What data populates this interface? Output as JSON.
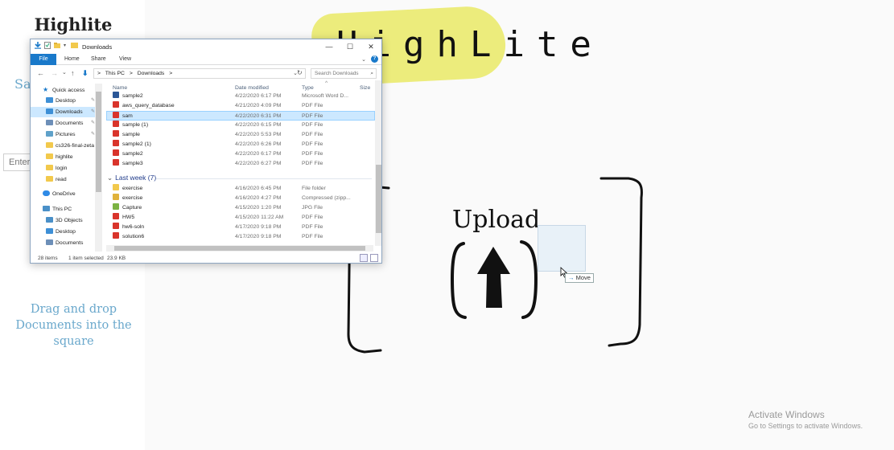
{
  "page": {
    "brand": "Highlite",
    "side_fragment": "Sa",
    "side_input_placeholder": "Enter c",
    "drag_instructions": "Drag and drop Documents into the square",
    "logo_text": "HighLite",
    "upload_label": "Upload",
    "drag_tooltip_arrow": "→",
    "drag_tooltip": "Move"
  },
  "watermark": {
    "line1": "Activate Windows",
    "line2": "Go to Settings to activate Windows."
  },
  "explorer": {
    "title": "Downloads",
    "controls": {
      "minimize": "—",
      "maximize": "☐",
      "close": "✕"
    },
    "ribbon_tabs": [
      "File",
      "Home",
      "Share",
      "View"
    ],
    "ribbon_expand": "⌄",
    "help": "?",
    "nav_buttons": {
      "back": "←",
      "forward": "→",
      "recent": "⌄",
      "up": "↑"
    },
    "address": [
      "This PC",
      "Downloads"
    ],
    "address_sep": ">",
    "address_drop": "⌄",
    "refresh": "↻",
    "search_placeholder": "Search Downloads",
    "search_icon": "⌕",
    "nav_items": [
      {
        "label": "Quick access",
        "icon": "star-icon",
        "pinned": false,
        "selected": false
      },
      {
        "label": "Desktop",
        "icon": "desktop-icon",
        "pinned": true,
        "selected": false
      },
      {
        "label": "Downloads",
        "icon": "download-icon",
        "pinned": true,
        "selected": true
      },
      {
        "label": "Documents",
        "icon": "documents-icon",
        "pinned": true,
        "selected": false
      },
      {
        "label": "Pictures",
        "icon": "pictures-icon",
        "pinned": true,
        "selected": false
      },
      {
        "label": "cs326-final-zeta",
        "icon": "folder-icon",
        "pinned": false,
        "selected": false
      },
      {
        "label": "highlite",
        "icon": "folder-icon",
        "pinned": false,
        "selected": false
      },
      {
        "label": "login",
        "icon": "folder-icon",
        "pinned": false,
        "selected": false
      },
      {
        "label": "read",
        "icon": "folder-icon",
        "pinned": false,
        "selected": false
      },
      {
        "label": "OneDrive",
        "icon": "onedrive-icon",
        "pinned": false,
        "selected": false
      },
      {
        "label": "This PC",
        "icon": "pc-icon",
        "pinned": false,
        "selected": false
      },
      {
        "label": "3D Objects",
        "icon": "3d-objects-icon",
        "pinned": false,
        "selected": false
      },
      {
        "label": "Desktop",
        "icon": "desktop-icon",
        "pinned": false,
        "selected": false
      },
      {
        "label": "Documents",
        "icon": "documents-icon",
        "pinned": false,
        "selected": false
      }
    ],
    "columns": {
      "name": "Name",
      "date": "Date modified",
      "type": "Type",
      "size": "Size",
      "sort_indicator": "^"
    },
    "files_recent": [
      {
        "name": "sample2",
        "date": "4/22/2020 6:17 PM",
        "type": "Microsoft Word D...",
        "kind": "word",
        "selected": false
      },
      {
        "name": "aws_query_database",
        "date": "4/21/2020 4:09 PM",
        "type": "PDF File",
        "kind": "pdf",
        "selected": false
      },
      {
        "name": "sam",
        "date": "4/22/2020 6:31 PM",
        "type": "PDF File",
        "kind": "pdf",
        "selected": true
      },
      {
        "name": "sample (1)",
        "date": "4/22/2020 6:15 PM",
        "type": "PDF File",
        "kind": "pdf",
        "selected": false
      },
      {
        "name": "sample",
        "date": "4/22/2020 5:53 PM",
        "type": "PDF File",
        "kind": "pdf",
        "selected": false
      },
      {
        "name": "sample2 (1)",
        "date": "4/22/2020 6:26 PM",
        "type": "PDF File",
        "kind": "pdf",
        "selected": false
      },
      {
        "name": "sample2",
        "date": "4/22/2020 6:17 PM",
        "type": "PDF File",
        "kind": "pdf",
        "selected": false
      },
      {
        "name": "sample3",
        "date": "4/22/2020 6:27 PM",
        "type": "PDF File",
        "kind": "pdf",
        "selected": false
      }
    ],
    "group_last_week": "Last week (7)",
    "group_chevron": "⌄",
    "files_last_week": [
      {
        "name": "exercise",
        "date": "4/16/2020 6:45 PM",
        "type": "File folder",
        "kind": "folder"
      },
      {
        "name": "exercise",
        "date": "4/16/2020 4:27 PM",
        "type": "Compressed (zipp...",
        "kind": "zip"
      },
      {
        "name": "Capture",
        "date": "4/15/2020 1:20 PM",
        "type": "JPG File",
        "kind": "jpg"
      },
      {
        "name": "HW5",
        "date": "4/15/2020 11:22 AM",
        "type": "PDF File",
        "kind": "pdf"
      },
      {
        "name": "hw6-soln",
        "date": "4/17/2020 9:18 PM",
        "type": "PDF File",
        "kind": "pdf"
      },
      {
        "name": "solution6",
        "date": "4/17/2020 9:18 PM",
        "type": "PDF File",
        "kind": "pdf"
      }
    ],
    "status": {
      "items": "28 items",
      "selected": "1 item selected",
      "size": "23.9 KB"
    }
  }
}
